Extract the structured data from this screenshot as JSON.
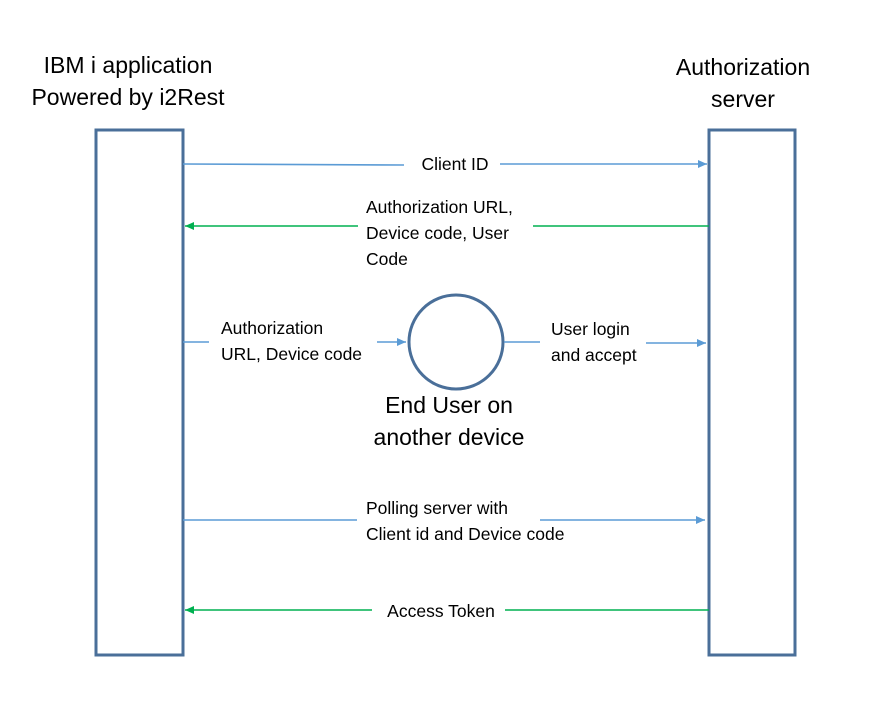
{
  "participants": {
    "left": {
      "title_lines": [
        "IBM i application",
        "Powered by i2Rest"
      ]
    },
    "right": {
      "title_lines": [
        "Authorization",
        "server"
      ]
    },
    "middle": {
      "caption_lines": [
        "End User on",
        "another device"
      ]
    }
  },
  "messages": {
    "client_id": {
      "lines": [
        "Client ID"
      ],
      "direction": "to-right"
    },
    "auth_url": {
      "lines": [
        "Authorization URL,",
        "Device code, User",
        "Code"
      ],
      "direction": "to-left"
    },
    "to_user": {
      "lines": [
        "Authorization",
        "URL, Device code"
      ],
      "direction": "to-right"
    },
    "user_login": {
      "lines": [
        "User login",
        "and accept"
      ],
      "direction": "to-right"
    },
    "polling": {
      "lines": [
        "Polling server with",
        "Client id and Device code"
      ],
      "direction": "to-right"
    },
    "access_token": {
      "lines": [
        "Access Token"
      ],
      "direction": "to-left"
    }
  },
  "colors": {
    "box_stroke": "#4a6f99",
    "request_arrow": "#5b9bd5",
    "response_arrow": "#00b050"
  }
}
